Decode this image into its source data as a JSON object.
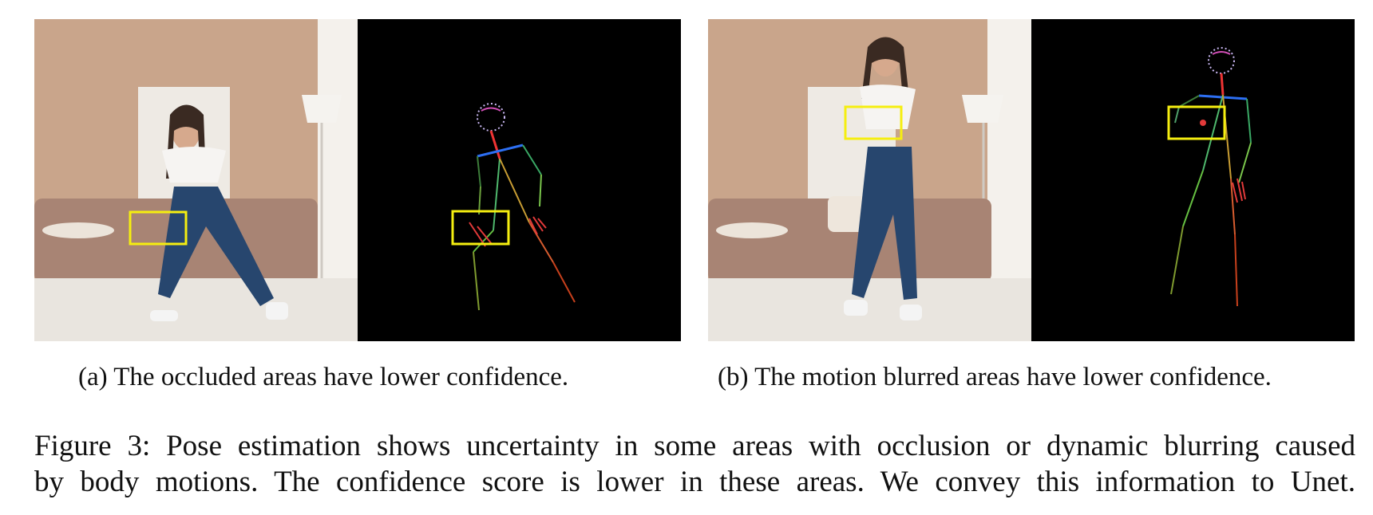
{
  "figure": {
    "subcaption_a": "(a) The occluded areas have lower confidence.",
    "subcaption_b": "(b) The motion blurred areas have lower confidence.",
    "caption_line_1": "Figure 3: Pose estimation shows uncertainty in some areas with occlusion or dynamic blurring caused",
    "caption_line_2": "by body motions. The confidence score is lower in these areas. We convey this information to Unet."
  },
  "colors": {
    "highlight_box": "#f5ee10",
    "wall": "#c9a58b",
    "sofa": "#a88474",
    "floor": "#e9e5df",
    "jeans": "#27466e",
    "pose_bg": "#000000"
  }
}
